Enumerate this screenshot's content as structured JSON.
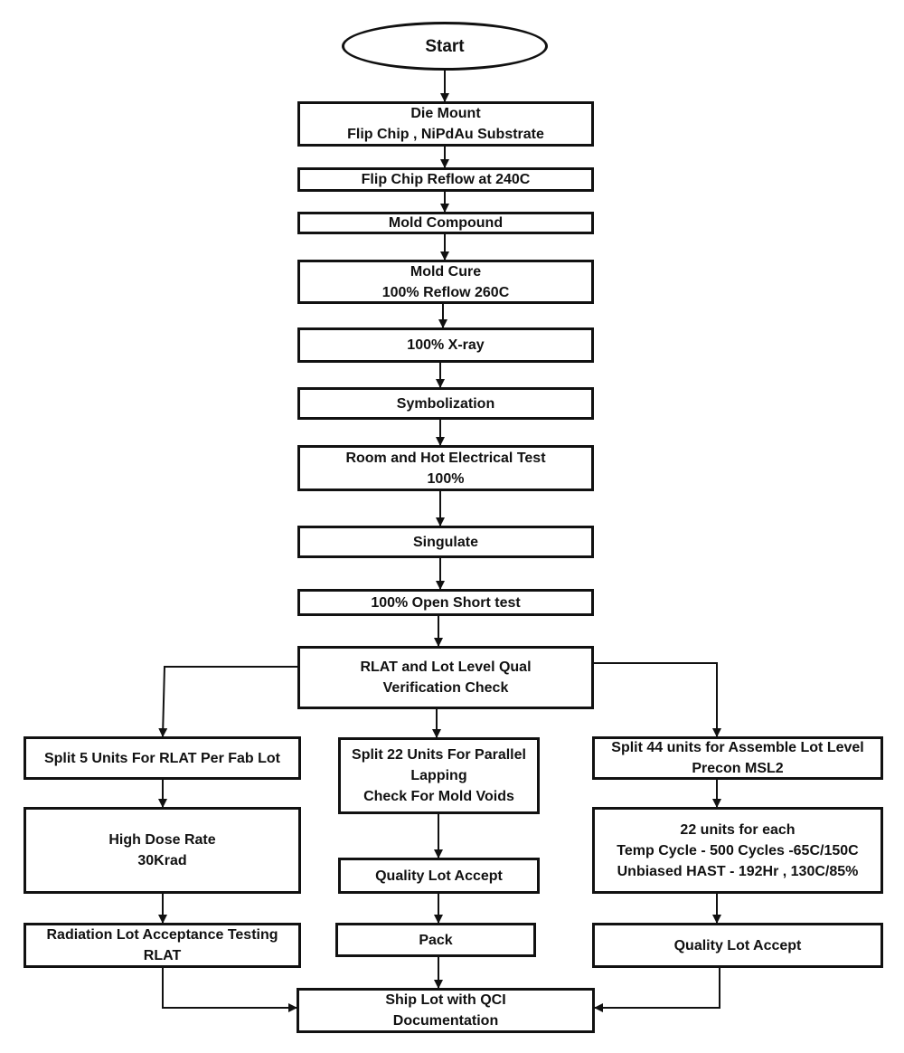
{
  "nodes": {
    "start": "Start",
    "die_mount": "Die Mount\nFlip Chip ,  NiPdAu Substrate",
    "reflow": "Flip Chip Reflow at 240C",
    "mold_compound": "Mold Compound",
    "mold_cure": "Mold Cure\n100% Reflow 260C",
    "xray": "100% X-ray",
    "symbolization": "Symbolization",
    "electrical_test": "Room and Hot Electrical Test\n100%",
    "singulate": "Singulate",
    "open_short": "100% Open Short test",
    "rlat_check": "RLAT and Lot Level Qual\nVerification Check",
    "split_5": "Split 5 Units For RLAT Per Fab Lot",
    "high_dose": "High Dose Rate\n30Krad",
    "rlat_testing": "Radiation Lot Acceptance Testing\nRLAT",
    "split_22": "Split 22 Units For Parallel\nLapping\nCheck For Mold Voids",
    "quality_accept_mid": "Quality Lot Accept",
    "pack": "Pack",
    "split_44": "Split 44 units for Assemble Lot Level\nPrecon MSL2",
    "units_22_each": "22 units for each\nTemp Cycle - 500 Cycles -65C/150C\nUnbiased HAST - 192Hr , 130C/85%",
    "quality_accept_right": "Quality Lot Accept",
    "ship_lot": "Ship Lot with QCI\nDocumentation"
  }
}
